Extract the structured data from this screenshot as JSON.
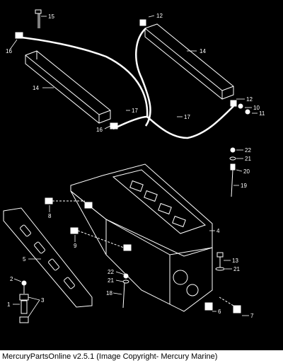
{
  "colors": {
    "background": "#000000",
    "line": "#ffffff",
    "caption_bg": "#ffffff",
    "caption_text": "#000000"
  },
  "callouts": [
    {
      "id": "c15",
      "text": "15"
    },
    {
      "id": "c12a",
      "text": "12"
    },
    {
      "id": "c16a",
      "text": "16"
    },
    {
      "id": "c14a",
      "text": "14"
    },
    {
      "id": "c14b",
      "text": "14"
    },
    {
      "id": "c12b",
      "text": "12"
    },
    {
      "id": "c10",
      "text": "10"
    },
    {
      "id": "c11",
      "text": "11"
    },
    {
      "id": "c17a",
      "text": "17"
    },
    {
      "id": "c17b",
      "text": "17"
    },
    {
      "id": "c16b",
      "text": "16"
    },
    {
      "id": "c22a",
      "text": "22"
    },
    {
      "id": "c21a",
      "text": "21"
    },
    {
      "id": "c20",
      "text": "20"
    },
    {
      "id": "c19",
      "text": "19"
    },
    {
      "id": "c8",
      "text": "8"
    },
    {
      "id": "c4",
      "text": "4"
    },
    {
      "id": "c9",
      "text": "9"
    },
    {
      "id": "c5",
      "text": "5"
    },
    {
      "id": "c13",
      "text": "13"
    },
    {
      "id": "c21b",
      "text": "21"
    },
    {
      "id": "c22b",
      "text": "22"
    },
    {
      "id": "c21c",
      "text": "21"
    },
    {
      "id": "c2",
      "text": "2"
    },
    {
      "id": "c3",
      "text": "3"
    },
    {
      "id": "c1",
      "text": "1"
    },
    {
      "id": "c18",
      "text": "18"
    },
    {
      "id": "c6",
      "text": "6"
    },
    {
      "id": "c7",
      "text": "7"
    }
  ],
  "caption": "MercuryPartsOnline v2.5.1 (Image Copyright- Mercury Marine)"
}
